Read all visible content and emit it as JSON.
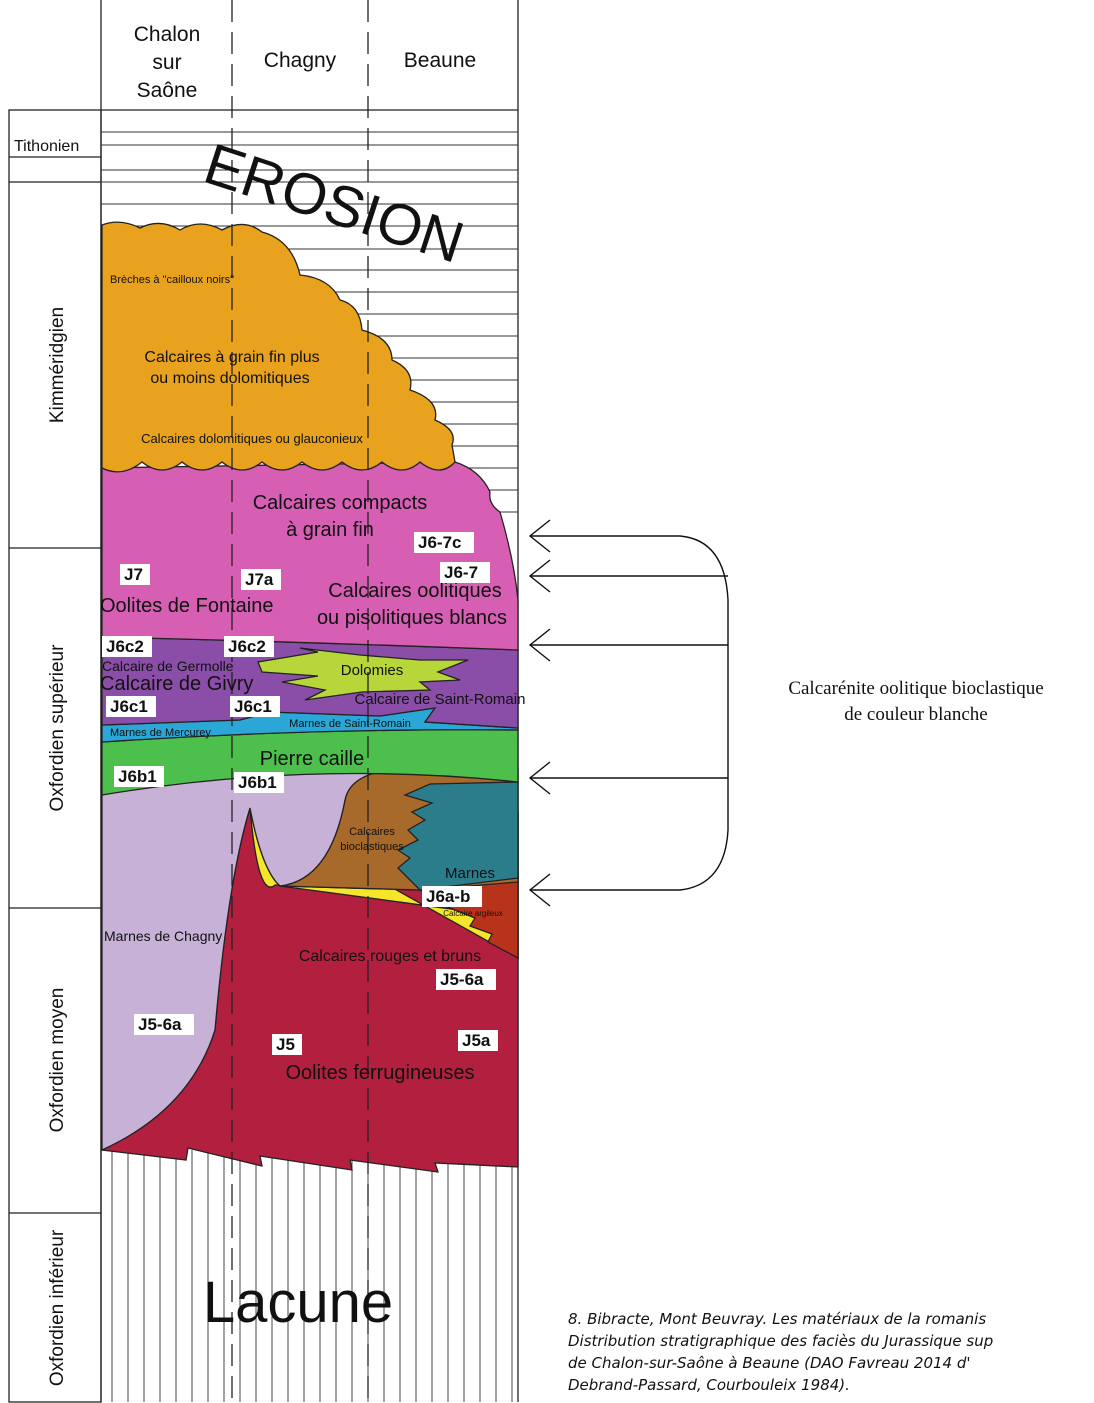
{
  "columns": [
    "Chalon sur Saône",
    "Chagny",
    "Beaune"
  ],
  "columns_lines": [
    [
      "Chalon",
      "sur",
      "Saône"
    ],
    [
      "Chagny"
    ],
    [
      "Beaune"
    ]
  ],
  "stages": {
    "tithonien": "Tithonien",
    "kimmeridgien": "Kimméridgien",
    "oxf_sup": "Oxfordien supérieur",
    "oxf_moy": "Oxfordien moyen",
    "oxf_inf": "Oxfordien inférieur"
  },
  "erosion": "EROSION",
  "lacune": "Lacune",
  "units": {
    "breches": "Brèches à \"cailloux noirs\"",
    "calc_grain_fin_1": "Calcaires à grain fin plus",
    "calc_grain_fin_2": "ou moins dolomitiques",
    "calc_dolo": "Calcaires dolomitiques ou glauconieux",
    "compacts_1": "Calcaires compacts",
    "compacts_2": "à grain fin",
    "oolitiques_1": "Calcaires oolitiques",
    "oolitiques_2": "ou pisolitiques blancs",
    "fontaine": "Oolites de Fontaine",
    "germolle": "Calcaire de Germolle",
    "givry": "Calcaire de Givry",
    "dolomies": "Dolomies",
    "saint_romain": "Calcaire de Saint-Romain",
    "marnes_mercurey": "Marnes de Mercurey",
    "marnes_st_romain": "Marnes de Saint-Romain",
    "pierre_caille": "Pierre caille",
    "calc_bio_1": "Calcaires",
    "calc_bio_2": "bioclastiques",
    "marnes": "Marnes",
    "calc_argileux": "Calcaire argileux",
    "marnes_chagny": "Marnes de Chagny",
    "rouges_bruns": "Calcaires rouges et bruns",
    "oolites_ferr": "Oolites ferrugineuses"
  },
  "codes": {
    "j67c": "J6-7c",
    "j67": "J6-7",
    "j7": "J7",
    "j7a": "J7a",
    "j6c2_a": "J6c2",
    "j6c2_b": "J6c2",
    "j6c1_a": "J6c1",
    "j6c1_b": "J6c1",
    "j6b1_a": "J6b1",
    "j6b1_b": "J6b1",
    "j6ab": "J6a-b",
    "j56a_a": "J5-6a",
    "j56a_b": "J5-6a",
    "j5": "J5",
    "j5a": "J5a"
  },
  "legend": {
    "line1": "Calcarénite oolitique bioclastique",
    "line2": "de couleur blanche"
  },
  "caption": {
    "line1": "8. Bibracte, Mont Beuvray. Les matériaux de la romanis",
    "line2": "Distribution stratigraphique des faciès du Jurassique sup",
    "line3": "de Chalon-sur-Saône à Beaune (DAO Favreau 2014 d'",
    "line4": "Debrand-Passard, Courbouleix 1984)."
  },
  "colors": {
    "orange": "#e8a21e",
    "pink": "#d65fb3",
    "purple": "#8a4ea8",
    "lime": "#b6d63a",
    "cyan": "#2aa7d6",
    "green": "#4cbf4c",
    "lilac": "#c7b1d7",
    "brown": "#a86a2a",
    "teal": "#2c7d8c",
    "red_brown": "#b8331c",
    "yellow": "#f5e629",
    "crimson": "#b3203f"
  }
}
